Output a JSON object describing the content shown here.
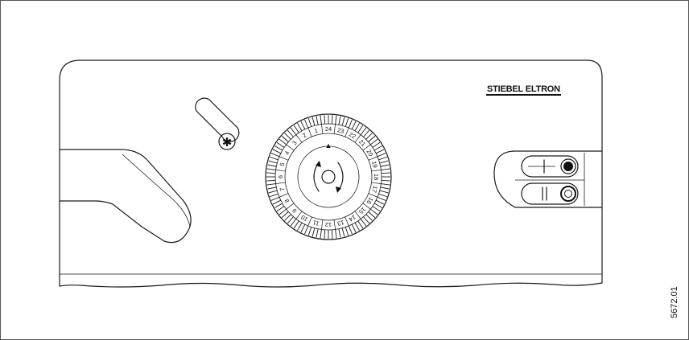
{
  "brand": {
    "name": "STIEBEL ELTRON"
  },
  "figure": {
    "reference_code": "5672.01"
  },
  "timer_dial": {
    "hours": [
      1,
      2,
      3,
      4,
      5,
      6,
      7,
      8,
      9,
      10,
      11,
      12,
      13,
      14,
      15,
      16,
      17,
      18,
      19,
      20,
      21,
      22,
      23,
      24
    ],
    "indicator": "▲"
  },
  "switches": {
    "top": {
      "symbol": "I",
      "icon": "filled-indicator-icon"
    },
    "bottom": {
      "symbol": "II",
      "icon": "ring-indicator-icon"
    }
  },
  "knob": {
    "symbol": "✱"
  }
}
